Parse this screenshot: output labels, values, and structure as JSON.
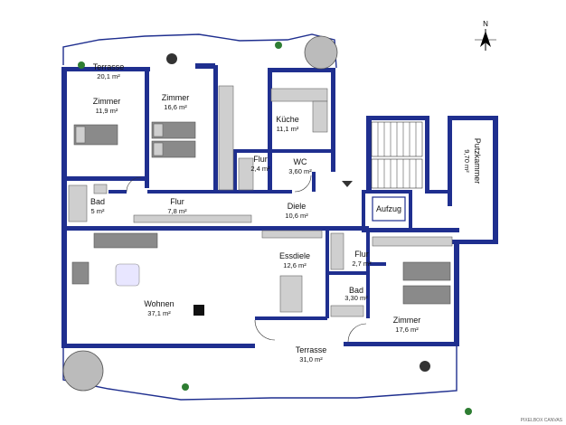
{
  "rooms": {
    "terrasse_top": {
      "name": "Terrasse",
      "area": "20,1 m²"
    },
    "zimmer_left": {
      "name": "Zimmer",
      "area": "11,9 m²"
    },
    "zimmer_mid": {
      "name": "Zimmer",
      "area": "16,6 m²"
    },
    "kueche": {
      "name": "Küche",
      "area": "11,1 m²"
    },
    "flur_small": {
      "name": "Flur",
      "area": "2,4 m²"
    },
    "wc": {
      "name": "WC",
      "area": "3,60 m²"
    },
    "bad_left": {
      "name": "Bad",
      "area": "5 m²"
    },
    "flur_mid": {
      "name": "Flur",
      "area": "7,8 m²"
    },
    "diele": {
      "name": "Diele",
      "area": "10,6 m²"
    },
    "aufzug": {
      "name": "Aufzug",
      "area": ""
    },
    "putzkammer": {
      "name": "Putzkammer",
      "area": "9,70 m²"
    },
    "flur_right": {
      "name": "Flur",
      "area": "2,7 m²"
    },
    "essdiele": {
      "name": "Essdiele",
      "area": "12,6 m²"
    },
    "bad_right": {
      "name": "Bad",
      "area": "3,30 m²"
    },
    "wohnen": {
      "name": "Wohnen",
      "area": "37,1 m²"
    },
    "zimmer_right": {
      "name": "Zimmer",
      "area": "17,6 m²"
    },
    "terrasse_bottom": {
      "name": "Terrasse",
      "area": "31,0 m²"
    }
  },
  "compass": {
    "north_label": "N"
  },
  "credit": "PIXELBOX CANVAS",
  "colors": {
    "wall": "#1f2f8f",
    "furniture": "#8a8a8a",
    "plant": "#2e7d32"
  }
}
